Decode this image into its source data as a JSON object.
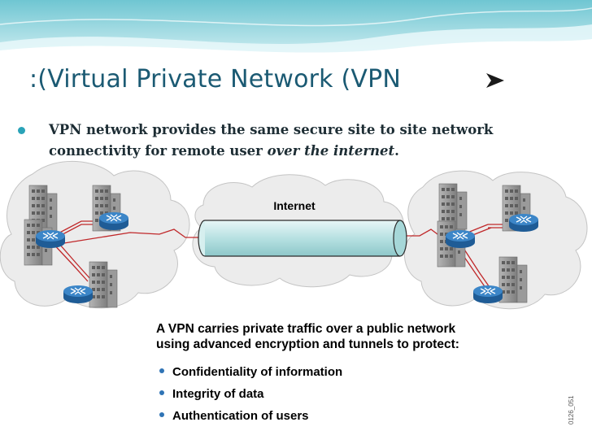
{
  "slide": {
    "title": ":(Virtual Private Network (VPN",
    "title_arrow_icon": "arrowhead-bullet-icon",
    "bullet_text_1": "VPN network provides the same secure site to site network connectivity for remote user ",
    "bullet_text_italic": "over the internet",
    "bullet_text_end": "."
  },
  "diagram": {
    "cloud_label": "Internet",
    "caption_line1": "A VPN carries private traffic over a public network",
    "caption_line2": "using advanced encryption and tunnels to protect:",
    "list": [
      "Confidentiality of information",
      "Integrity of data",
      "Authentication of users"
    ],
    "watermark": "0126_051"
  },
  "colors": {
    "title": "#1b5a73",
    "accent": "#2aa3b8",
    "router": "#2f74b5",
    "link": "#c0282a",
    "tunnel": "#bfe6e6"
  }
}
